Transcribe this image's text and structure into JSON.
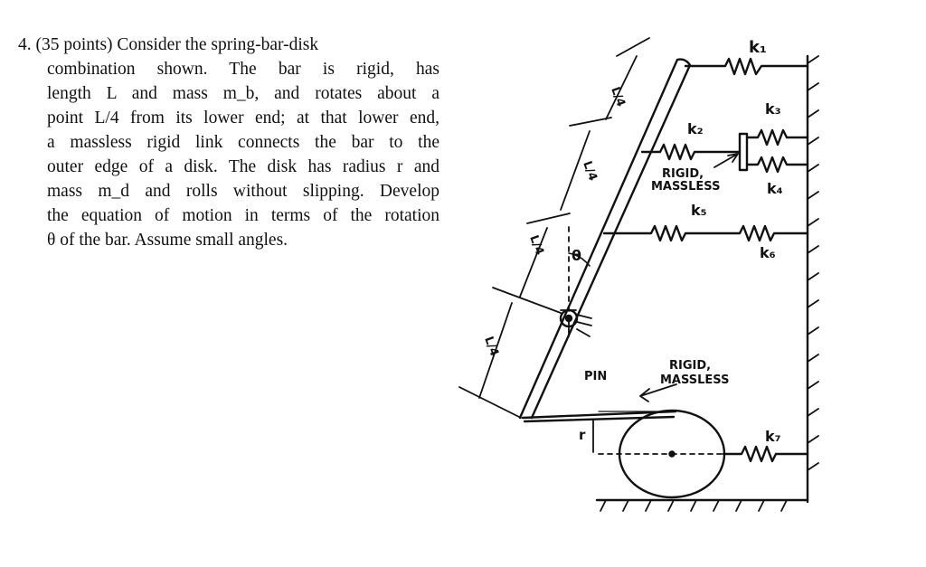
{
  "problem": {
    "number": "4.",
    "lines": [
      "(35 points) Consider the spring-bar-disk",
      "combination shown. The bar is rigid, has",
      "length L and mass m_b, and rotates about a",
      "point L/4 from its lower end; at that lower end,",
      "a massless rigid link connects the bar to the",
      "outer edge of a disk. The disk has radius r and",
      "mass m_d and rolls without slipping. Develop",
      "the equation of motion in terms of the rotation",
      "θ of the bar. Assume small angles."
    ]
  },
  "figure": {
    "labels": {
      "k1": "k₁",
      "k2": "k₂",
      "k3": "k₃",
      "k4": "k₄",
      "k5": "k₅",
      "k6": "k₆",
      "k7": "k₇",
      "rigid_massless_upper_1": "RIGID,",
      "rigid_massless_upper_2": "MASSLESS",
      "rigid_massless_lower_1": "RIGID,",
      "rigid_massless_lower_2": "MASSLESS",
      "pin": "PIN",
      "theta": "θ",
      "r": "r",
      "quarter": "L/4"
    }
  }
}
